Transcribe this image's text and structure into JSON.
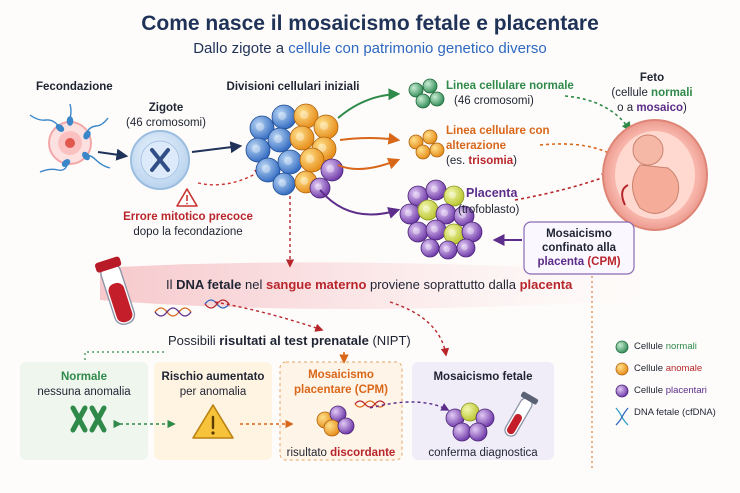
{
  "title": "Come nasce il mosaicismo fetale e placentare",
  "subtitle": {
    "a": "Dallo zigote a ",
    "b": "cellule con patrimonio genetico diverso"
  },
  "fecondazione": "Fecondazione",
  "zigote": {
    "label": "Zigote",
    "sub": "(46 cromosomi)"
  },
  "divisioni": "Divisioni cellulari iniziali",
  "errore": {
    "a": "Errore mitotico precoce",
    "b": "dopo la fecondazione"
  },
  "normale_line": {
    "a": "Linea cellulare normale",
    "b": "(46 cromosomi)"
  },
  "alterazione_line": {
    "a": "Linea cellulare con",
    "b": "alterazione",
    "c": "(es. ",
    "d": "trisomia",
    "e": ")"
  },
  "placenta": {
    "a": "Placenta",
    "b": "(trofoblasto)"
  },
  "feto": {
    "a": "Feto",
    "b": "(cellule ",
    "c": "normali",
    "d": "o a ",
    "e": "mosaico",
    "f": ")"
  },
  "cpm_box": {
    "a": "Mosaicismo",
    "b": "confinato alla",
    "c": "placenta",
    "d": " (CPM)"
  },
  "banner": {
    "a": "Il ",
    "b": "DNA fetale",
    "c": " nel ",
    "d": "sangue materno",
    "e": " proviene soprattutto dalla ",
    "f": "placenta"
  },
  "nipt": {
    "a": "Possibili ",
    "b": "risultati al test prenatale",
    "c": " (NIPT)"
  },
  "outcomes": {
    "normale": {
      "a": "Normale",
      "b": "nessuna anomalia"
    },
    "rischio": {
      "a": "Rischio aumentato",
      "b": "per anomalia"
    },
    "cpm": {
      "a": "Mosaicismo",
      "b": "placentare (CPM)",
      "c": "risultato ",
      "d": "discordante"
    },
    "fetale": {
      "a": "Mosaicismo fetale",
      "b": "conferma diagnostica"
    }
  },
  "legend": {
    "normali": {
      "a": "Cellule ",
      "b": "normali"
    },
    "anomale": {
      "a": "Cellule ",
      "b": "anomale"
    },
    "placentari": {
      "a": "Cellule ",
      "b": "placentari"
    },
    "dna": "DNA fetale (cfDNA)"
  },
  "colors": {
    "navy": "#1f3257",
    "red": "#b8262c",
    "orange": "#d9671a",
    "green": "#2f8a4a",
    "purple": "#5c2d8a",
    "blue": "#2f68c0"
  },
  "icons": [
    "sperm-cell-icon",
    "egg-cell-icon",
    "chromosome-icon",
    "warning-icon",
    "blood-tube-icon",
    "dna-icon",
    "fetus-icon",
    "test-tube-icon"
  ]
}
